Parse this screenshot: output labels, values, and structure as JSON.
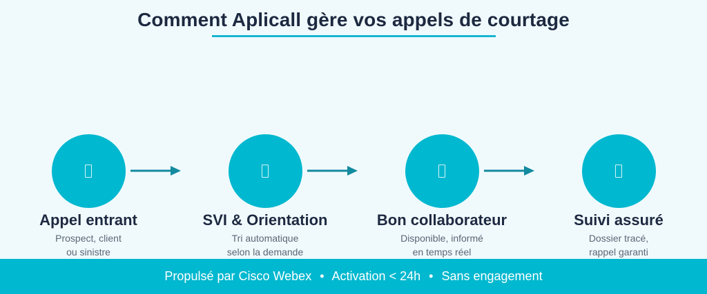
{
  "title": "Comment Aplicall gère vos appels de courtage",
  "colors": {
    "accent": "#00b8cf",
    "text_dark": "#1d2940",
    "text_muted": "#5b6574",
    "background": "#f0fafd",
    "arrow": "#138a9e"
  },
  "steps": [
    {
      "icon": "phone-icon",
      "title": "Appel entrant",
      "desc": [
        "Prospect, client",
        "ou sinistre"
      ]
    },
    {
      "icon": "phone-icon",
      "title": "SVI & Orientation",
      "desc": [
        "Tri automatique",
        "selon la demande"
      ]
    },
    {
      "icon": "phone-icon",
      "title": "Bon collaborateur",
      "desc": [
        "Disponible, informé",
        "en temps réel"
      ]
    },
    {
      "icon": "phone-icon",
      "title": "Suivi assuré",
      "desc": [
        "Dossier tracé,",
        "rappel garanti"
      ]
    }
  ],
  "footer": {
    "items": [
      "Propulsé par Cisco Webex",
      "Activation < 24h",
      "Sans engagement"
    ],
    "separator": "•"
  }
}
